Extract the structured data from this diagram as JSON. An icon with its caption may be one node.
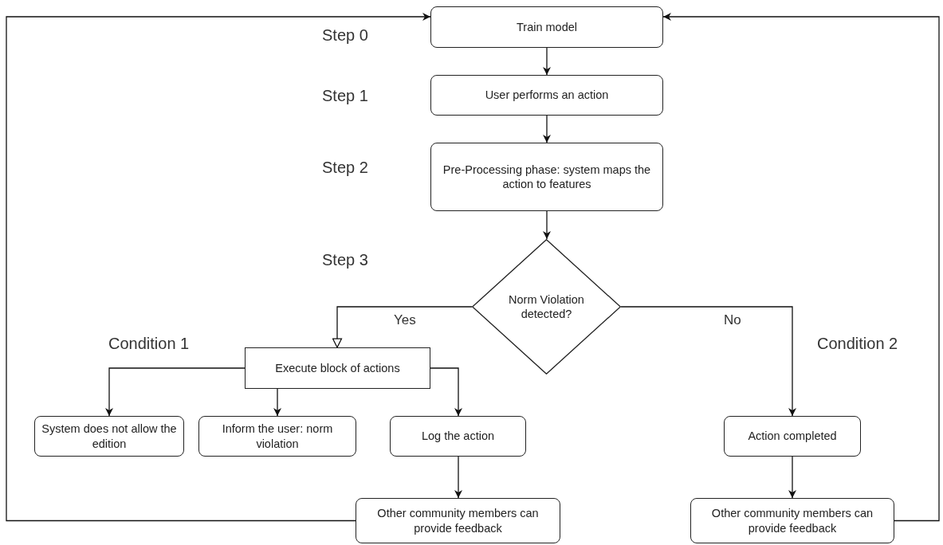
{
  "diagram": {
    "nodes": [
      {
        "text": [
          "Train model"
        ]
      },
      {
        "text": [
          "User performs an action"
        ]
      },
      {
        "text": [
          "Pre-Processing phase: system maps the action to features"
        ]
      },
      {
        "text": [
          "Norm Violation detected?"
        ]
      },
      {
        "text": [
          "Execute block of actions"
        ]
      },
      {
        "text": [
          "System does not allow the edition"
        ]
      },
      {
        "text": [
          "Inform the user: norm violation"
        ]
      },
      {
        "text": [
          "Log the action"
        ]
      },
      {
        "text": [
          "Other community members can provide feedback"
        ]
      },
      {
        "text": [
          "Action completed"
        ]
      },
      {
        "text": [
          "Other community members can provide feedback"
        ]
      }
    ],
    "edges": [
      {
        "from": 0,
        "to": 1,
        "arrow": "to"
      },
      {
        "from": 1,
        "to": 2,
        "arrow": "to"
      },
      {
        "from": 2,
        "to": 3,
        "arrow": "to"
      },
      {
        "from": 3,
        "to": 4,
        "arrow": "to",
        "label": "Yes"
      },
      {
        "from": 3,
        "to": 9,
        "arrow": "to",
        "label": "No"
      },
      {
        "from": 4,
        "to": 5,
        "arrow": "to"
      },
      {
        "from": 4,
        "to": 6,
        "arrow": "to"
      },
      {
        "from": 4,
        "to": 7,
        "arrow": "to"
      },
      {
        "from": 7,
        "to": 8,
        "arrow": "to"
      },
      {
        "from": 9,
        "to": 10,
        "arrow": "to"
      },
      {
        "from": 8,
        "to": 0,
        "arrow": "to"
      },
      {
        "from": 10,
        "to": 0,
        "arrow": "to"
      }
    ],
    "labels": [
      "Step 0",
      "Step 1",
      "Step 2",
      "Step 3",
      "Condition 1",
      "Condition 2"
    ]
  }
}
